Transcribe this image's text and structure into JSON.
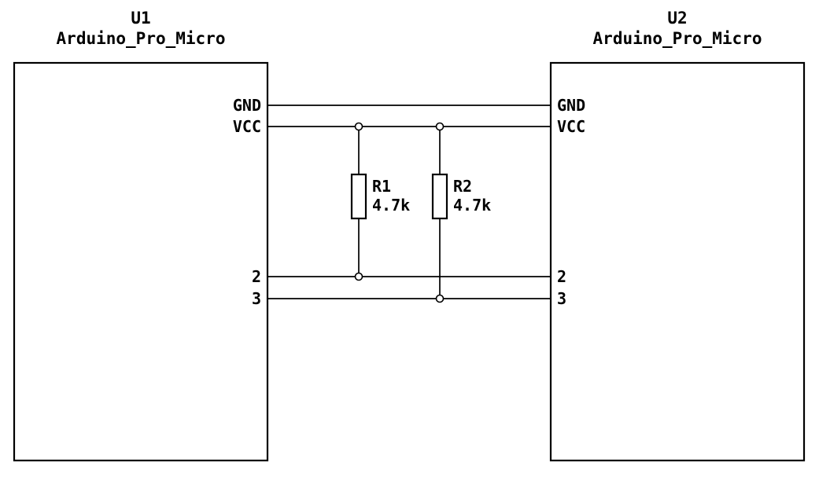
{
  "schematic": {
    "components": [
      {
        "ref": "U1",
        "value": "Arduino_Pro_Micro",
        "pins": [
          {
            "name": "GND"
          },
          {
            "name": "VCC"
          },
          {
            "name": "2"
          },
          {
            "name": "3"
          }
        ]
      },
      {
        "ref": "U2",
        "value": "Arduino_Pro_Micro",
        "pins": [
          {
            "name": "GND"
          },
          {
            "name": "VCC"
          },
          {
            "name": "2"
          },
          {
            "name": "3"
          }
        ]
      }
    ],
    "resistors": [
      {
        "ref": "R1",
        "value": "4.7k"
      },
      {
        "ref": "R2",
        "value": "4.7k"
      }
    ],
    "colors": {
      "line": "#000000",
      "background": "#ffffff"
    }
  }
}
